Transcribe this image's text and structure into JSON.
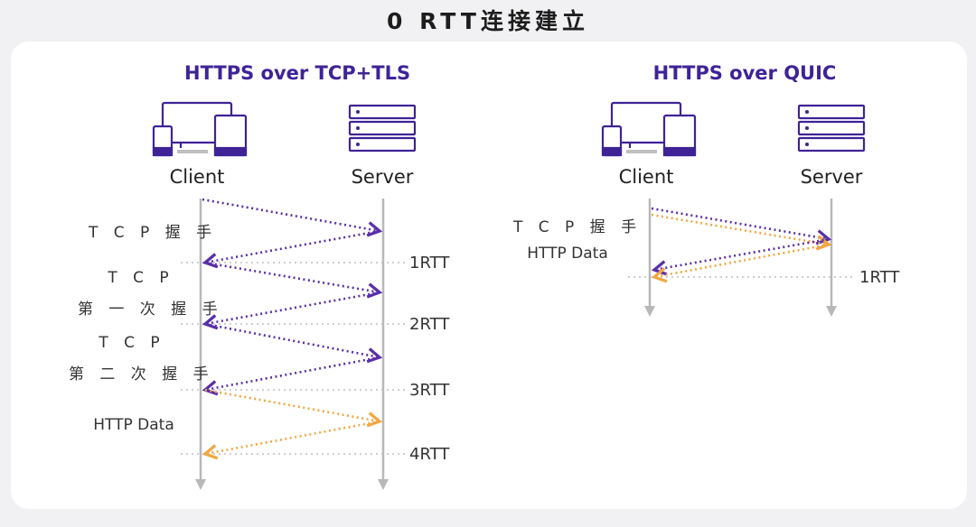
{
  "title": "0 RTT连接建立",
  "colors": {
    "handshake": "#5a2fa8",
    "data": "#f2a741",
    "lifeline": "#b8b8b8",
    "rttline": "#cfcfcf"
  },
  "panels": [
    {
      "title": "HTTPS over TCP+TLS",
      "client_label": "Client",
      "server_label": "Server",
      "steps": [
        "T C P 握 手",
        "T C P",
        "第 一 次 握 手",
        "T C P",
        "第 二 次 握 手",
        "HTTP Data"
      ],
      "rtts": [
        "1RTT",
        "2RTT",
        "3RTT",
        "4RTT"
      ]
    },
    {
      "title": "HTTPS over QUIC",
      "client_label": "Client",
      "server_label": "Server",
      "steps": [
        "T C P 握 手",
        "HTTP Data"
      ],
      "rtts": [
        "1RTT"
      ]
    }
  ],
  "icons": [
    "client-devices-icon",
    "server-rack-icon"
  ]
}
